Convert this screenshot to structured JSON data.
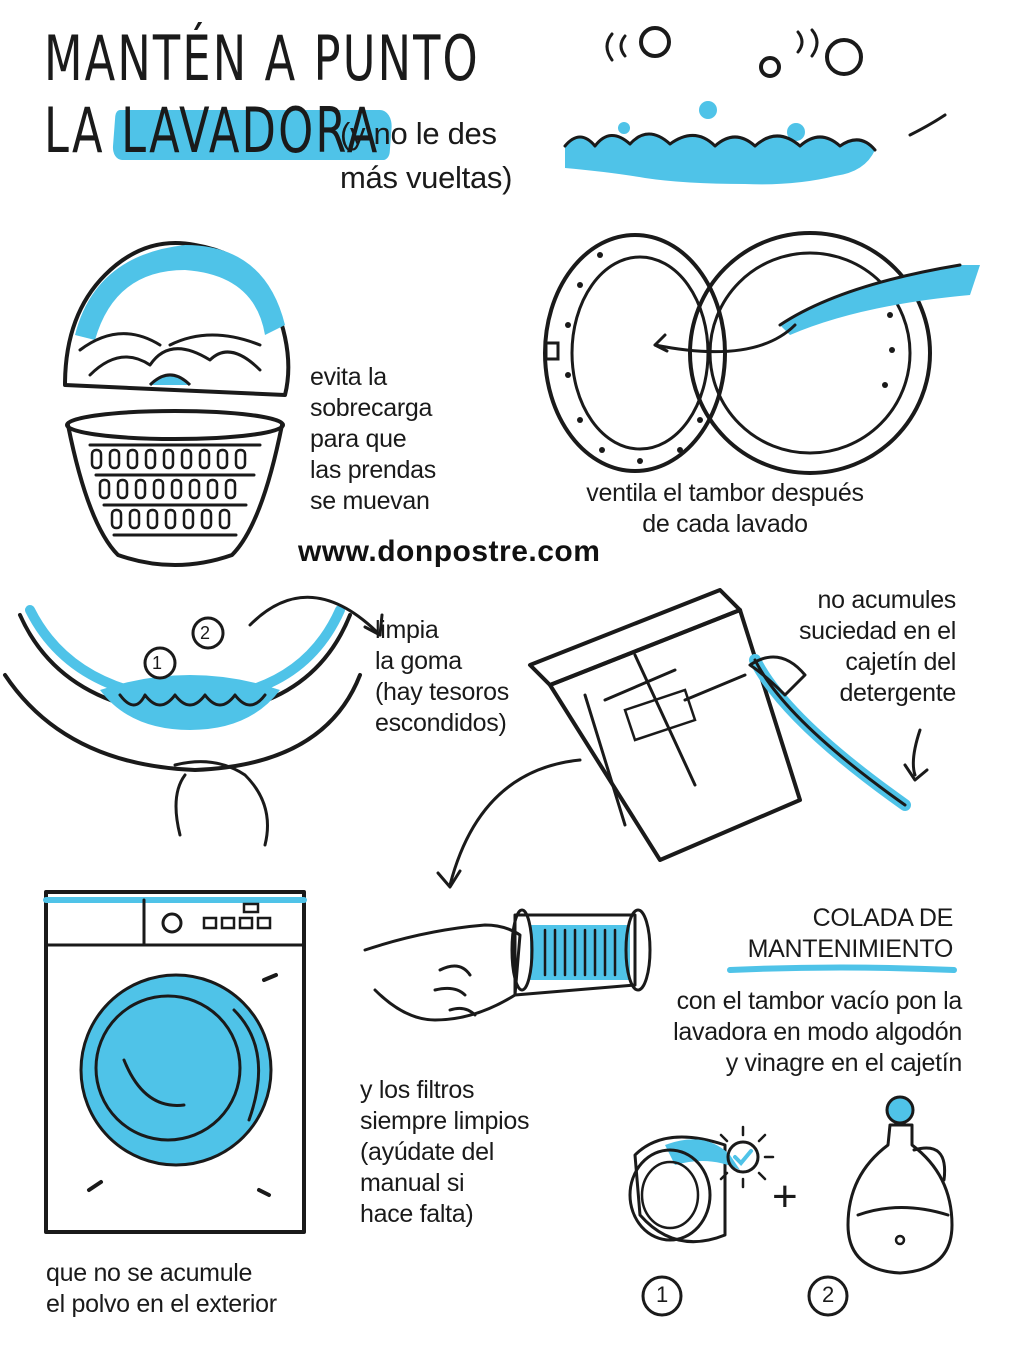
{
  "title": {
    "line1": "MANTÉN A PUNTO",
    "line2_prefix": "LA ",
    "line2_highlight": "LAVADORA",
    "subtitle": "(y no le des\nmás vueltas)"
  },
  "tips": {
    "overload": "evita la\nsobrecarga\npara que\nlas prendas\nse muevan",
    "ventilate": "ventila el tambor después\nde cada lavado",
    "rubber": "limpia\nla goma\n(hay tesoros\nescondidos)",
    "drawer": "no acumules\nsuciedad en el\ncajetín del\ndetergente",
    "filters": "y los filtros\nsiempre limpios\n(ayúdate del\nmanual si\nhace falta)",
    "dust": "que no se acumule\nel polvo en el exterior"
  },
  "maintenance": {
    "heading": "COLADA DE\nMANTENIMIENTO",
    "text": "con el tambor vacío pon la\nlavadora en modo algodón\ny vinagre en el cajetín",
    "step1": "1",
    "step2": "2",
    "plus": "+"
  },
  "rubber_numbers": {
    "n1": "1",
    "n2": "2"
  },
  "watermark": "www.donpostre.com",
  "colors": {
    "accent": "#4fc3e8",
    "ink": "#1a1a1a",
    "background": "#ffffff"
  }
}
